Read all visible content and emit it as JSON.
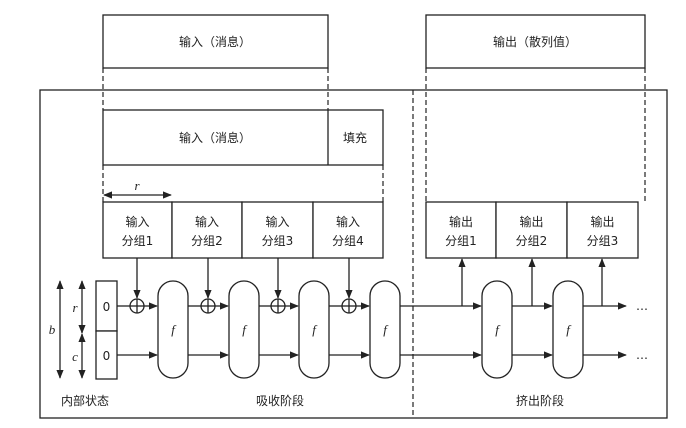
{
  "top": {
    "input_message": "输入（消息）",
    "output_hash": "输出（散列值）"
  },
  "padded": {
    "message": "输入（消息）",
    "padding": "填充"
  },
  "labels": {
    "r": "r",
    "b": "b",
    "c": "c",
    "f": "f",
    "zero": "0",
    "ellipsis": "…",
    "internal_state": "内部状态",
    "absorb_phase": "吸收阶段",
    "squeeze_phase": "挤出阶段"
  },
  "input_blocks": [
    {
      "line1": "输入",
      "line2": "分组1"
    },
    {
      "line1": "输入",
      "line2": "分组2"
    },
    {
      "line1": "输入",
      "line2": "分组3"
    },
    {
      "line1": "输入",
      "line2": "分组4"
    }
  ],
  "output_blocks": [
    {
      "line1": "输出",
      "line2": "分组1"
    },
    {
      "line1": "输出",
      "line2": "分组2"
    },
    {
      "line1": "输出",
      "line2": "分组3"
    }
  ]
}
